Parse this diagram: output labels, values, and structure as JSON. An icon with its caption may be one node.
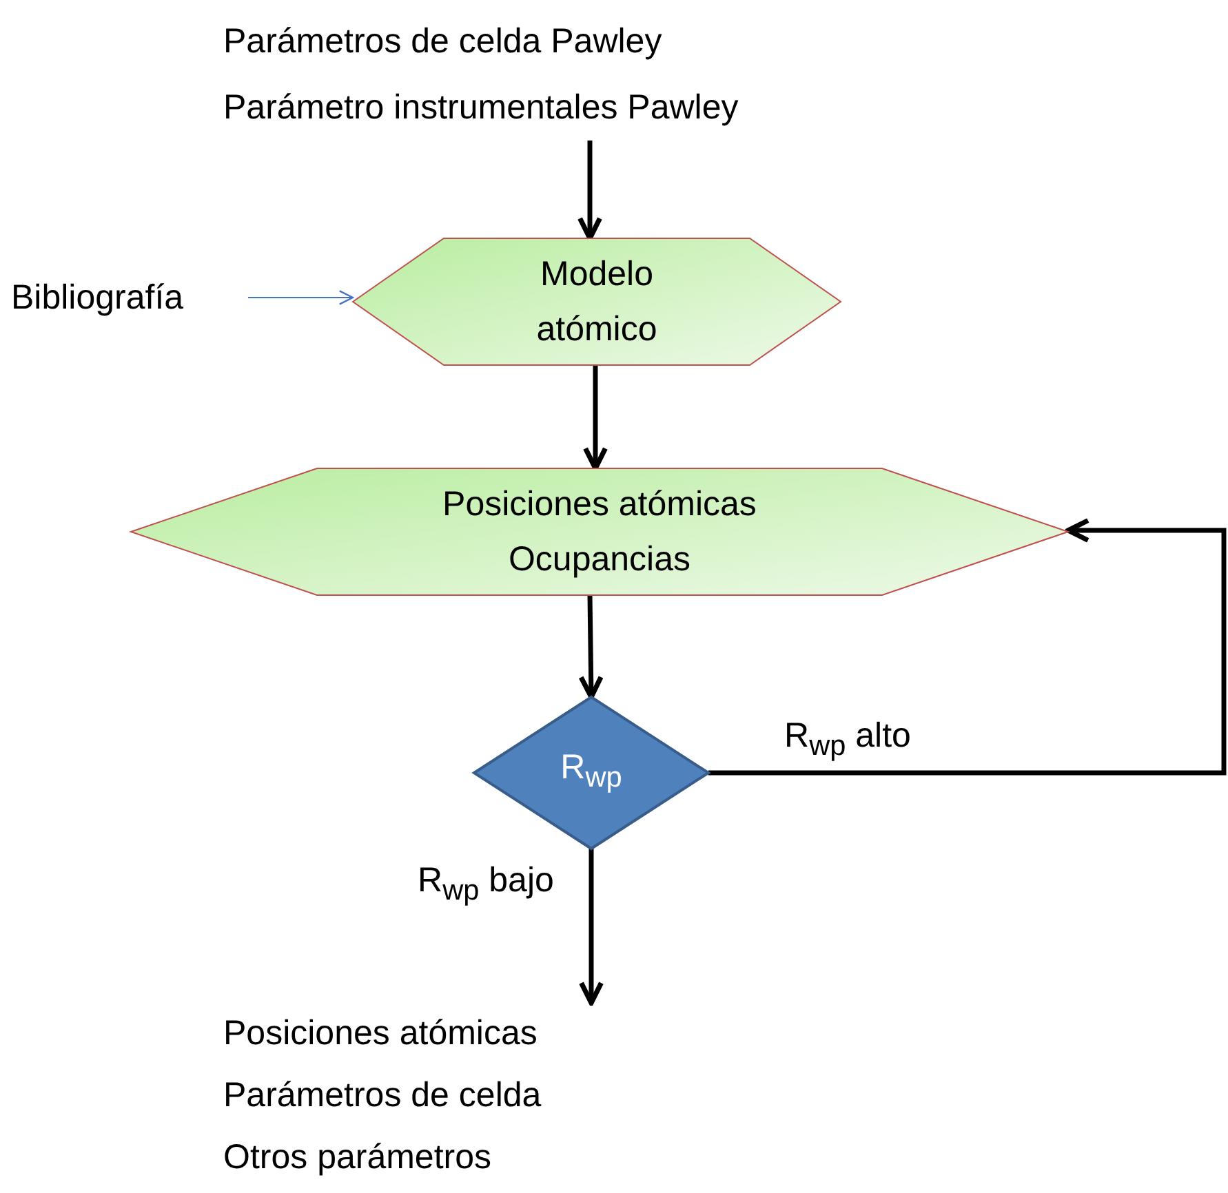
{
  "diagram": {
    "nodes": [
      {
        "text": [
          "Parámetros de celda Pawley",
          "Parámetro instrumentales Pawley"
        ]
      },
      {
        "text": [
          "Bibliografía"
        ]
      },
      {
        "text": [
          "Modelo atómico"
        ]
      },
      {
        "text": [
          "Posiciones atómicas",
          "Ocupancias"
        ]
      },
      {
        "text": [
          "R$_{wp}$"
        ]
      },
      {
        "text": [
          "Posiciones atómicas",
          "Parámetros de celda",
          "Otros parámetros"
        ]
      }
    ],
    "edges": [
      {
        "from": 0,
        "to": 2,
        "arrow": "to"
      },
      {
        "from": 1,
        "to": 2,
        "arrow": "to",
        "color": "#4472c4"
      },
      {
        "from": 2,
        "to": 3,
        "arrow": "to"
      },
      {
        "from": 3,
        "to": 4,
        "arrow": "to"
      },
      {
        "from": 4,
        "to": 5,
        "arrow": "to",
        "label": "R$_{wp}$ bajo"
      },
      {
        "from": 4,
        "to": 3,
        "arrow": "to",
        "label": "R$_{wp}$ alto"
      }
    ]
  }
}
